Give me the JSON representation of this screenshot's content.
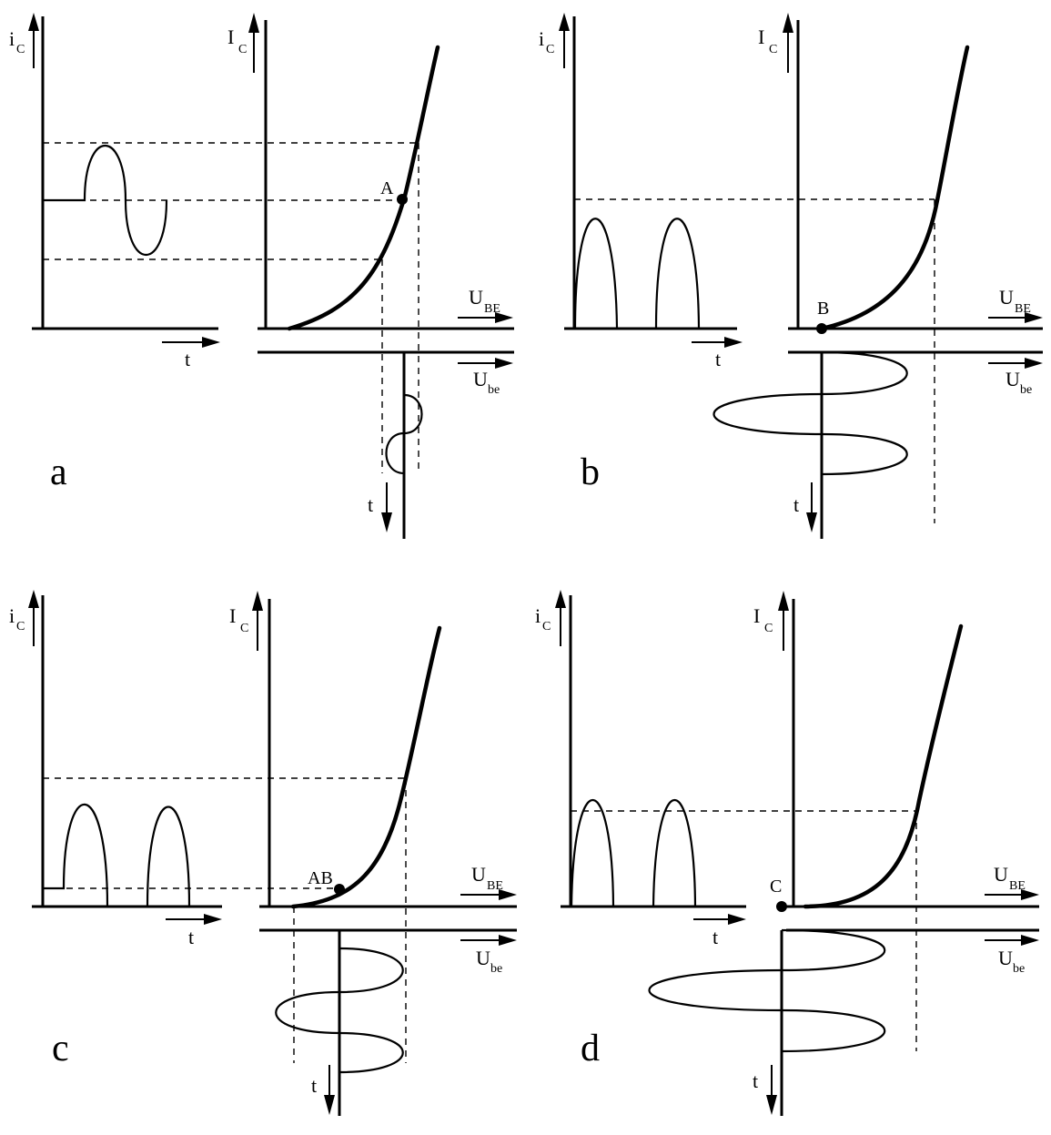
{
  "panels": [
    {
      "letter": "a",
      "operating_point": "A"
    },
    {
      "letter": "b",
      "operating_point": "B"
    },
    {
      "letter": "c",
      "operating_point": "AB"
    },
    {
      "letter": "d",
      "operating_point": "C"
    }
  ],
  "labels": {
    "ic_small": "i",
    "ic_small_sub": "C",
    "ic_large": "I",
    "ic_large_sub": "C",
    "ube_dc": "U",
    "ube_dc_sub": "BE",
    "ube_ac": "U",
    "ube_ac_sub": "be",
    "time": "t"
  }
}
